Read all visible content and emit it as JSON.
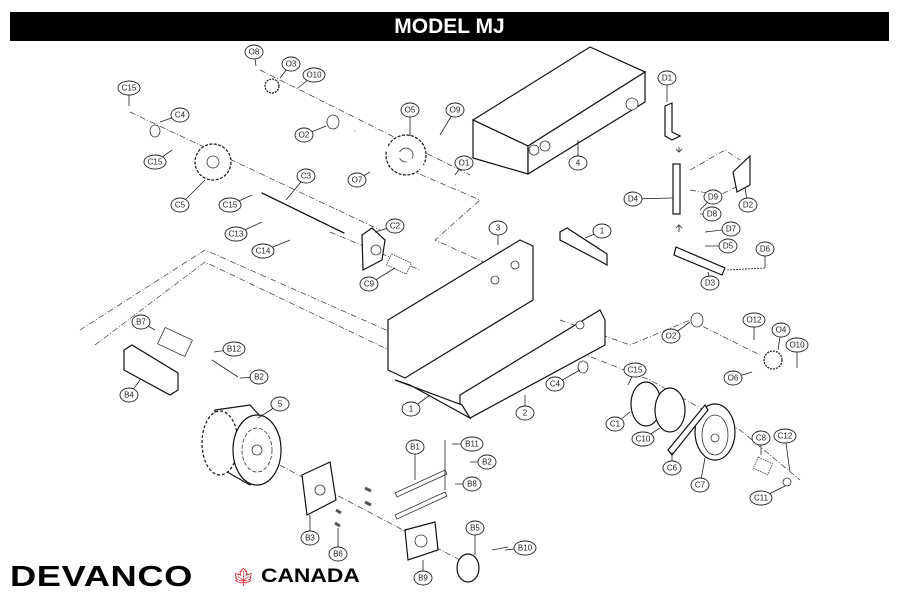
{
  "title": "MODEL MJ",
  "logo": {
    "brand": "DEVANCO",
    "country": "CANADA",
    "leaf_color": "#d0121b"
  },
  "callouts": [
    "O8",
    "O3",
    "O10",
    "C15",
    "C4",
    "C15",
    "C5",
    "C15",
    "C3",
    "O2",
    "O5",
    "O9",
    "O1",
    "O7",
    "C13",
    "C14",
    "C2",
    "C9",
    "4",
    "D1",
    "D4",
    "D9",
    "D8",
    "D2",
    "D7",
    "D5",
    "D6",
    "D3",
    "3",
    "1",
    "O2",
    "O12",
    "O4",
    "O10",
    "O6",
    "C4",
    "C15",
    "C1",
    "C10",
    "2",
    "1",
    "C6",
    "C7",
    "C8",
    "C12",
    "C11",
    "B7",
    "B12",
    "B2",
    "B4",
    "5",
    "B1",
    "B11",
    "B2",
    "B8",
    "B3",
    "B6",
    "B9",
    "B5",
    "B10"
  ]
}
